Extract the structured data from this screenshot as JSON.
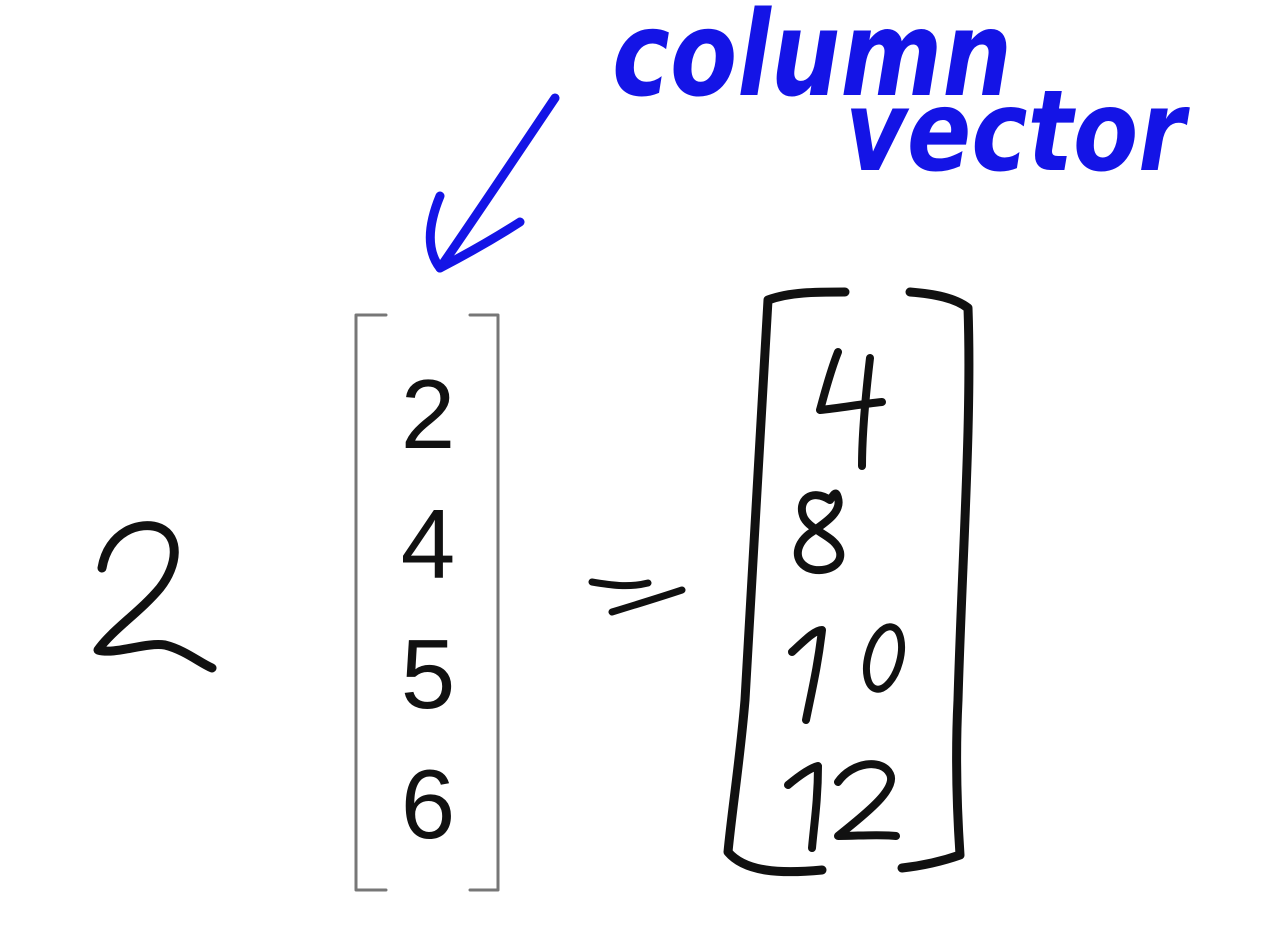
{
  "annotation": {
    "line1": "column",
    "line2": "vector",
    "color": "#1414e6"
  },
  "equation": {
    "scalar": "2",
    "input_vector": [
      "2",
      "4",
      "5",
      "6"
    ],
    "equals": "=",
    "result_vector": [
      "4",
      "8",
      "10",
      "12"
    ],
    "ink_color": "#111111"
  }
}
